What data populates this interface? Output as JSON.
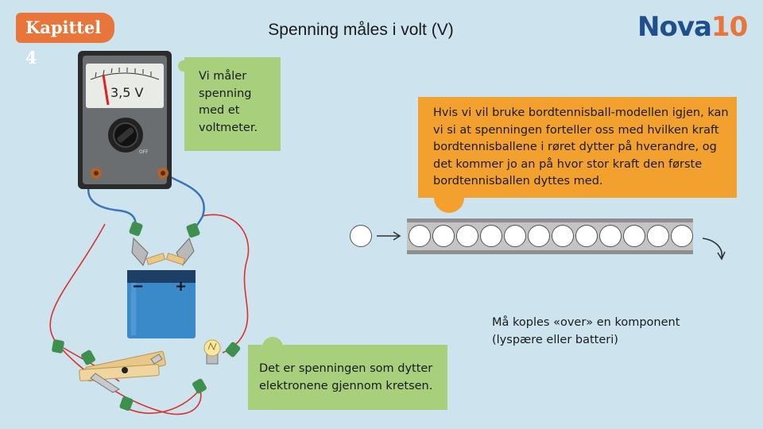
{
  "header": {
    "chapter": "Kapittel 4",
    "title": "Spenning måles i volt (V)",
    "logo_word": "Nova",
    "logo_number": "10"
  },
  "voltmeter": {
    "reading": "3,5 V",
    "off_label": "OFF"
  },
  "battery": {
    "minus": "−",
    "plus": "+"
  },
  "notes": {
    "voltmeter": "Vi måler spenning med et voltmeter.",
    "ping_pong": "Hvis vi vil bruke bordtennisball-modellen igjen, kan vi si at spenningen forteller oss med hvilken kraft bordtennisballene i røret dytter på hverandre, og det kommer jo an på hvor stor kraft den første bordtennisballen dyttes med.",
    "connection": "Må koples «over» en komponent (lyspære eller batteri)",
    "push": "Det er spenningen som dytter elektronene gjennom kretsen."
  },
  "colors": {
    "background": "#cde4ef",
    "green_note": "#a7cf7c",
    "orange_note": "#f3a12e",
    "chapter_tag": "#e8753a",
    "logo_blue": "#1f4f8c"
  }
}
